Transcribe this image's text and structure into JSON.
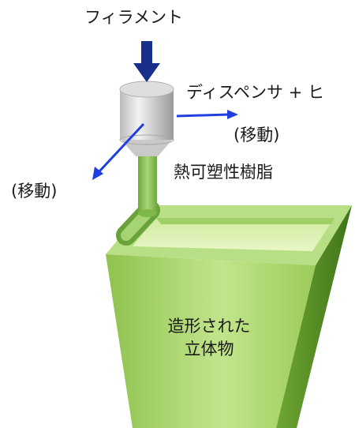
{
  "labels": {
    "filament": "フィラメント",
    "dispenser_heater": "ディスペンサ + ヒ",
    "move_right": "(移動)",
    "move_left": "(移動)",
    "resin": "熱可塑性樹脂",
    "object_line1": "造形された",
    "object_line2": "立体物"
  },
  "colors": {
    "arrow_feed": "#1a2f8c",
    "arrow_move": "#1f3fe0",
    "object_front": "#a7d86f",
    "object_side": "#5f9a2a",
    "object_top": "#d9f0a8",
    "tube": "#8cc05a",
    "dispenser_body": "#d8d8d8"
  }
}
